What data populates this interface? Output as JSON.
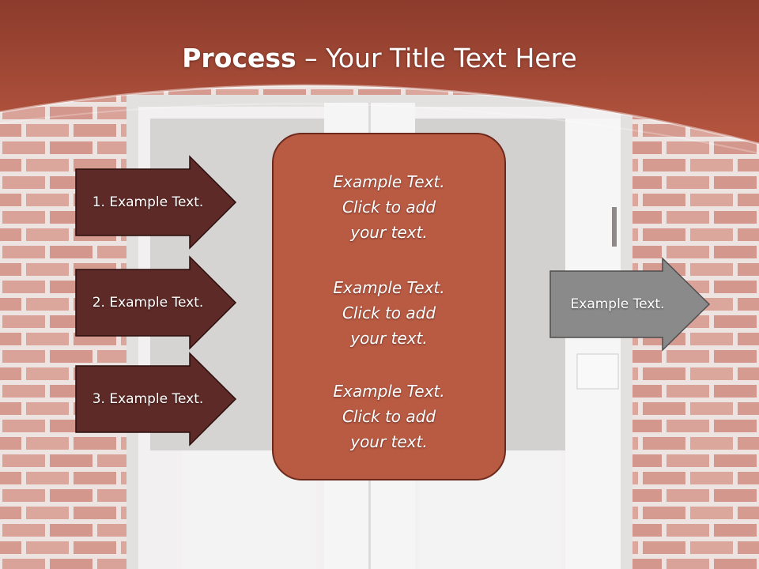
{
  "slide": {
    "title_bold": "Process",
    "title_rest": " – Your Title Text Here"
  },
  "left_arrows": [
    {
      "label": "1. Example Text."
    },
    {
      "label": "2. Example Text."
    },
    {
      "label": "3. Example Text."
    }
  ],
  "center_box": {
    "blocks": [
      {
        "line1": "Example Text.",
        "line2": "Click  to add",
        "line3": "your text."
      },
      {
        "line1": "Example Text.",
        "line2": "Click  to add",
        "line3": "your text."
      },
      {
        "line1": "Example Text.",
        "line2": "Click  to add",
        "line3": "your text."
      }
    ]
  },
  "right_arrow": {
    "label": "Example Text."
  },
  "colors": {
    "header": "#a84a35",
    "left_arrow_fill": "#5e2a27",
    "center_fill": "#b95a43",
    "right_arrow_fill": "#8a8a8a"
  }
}
